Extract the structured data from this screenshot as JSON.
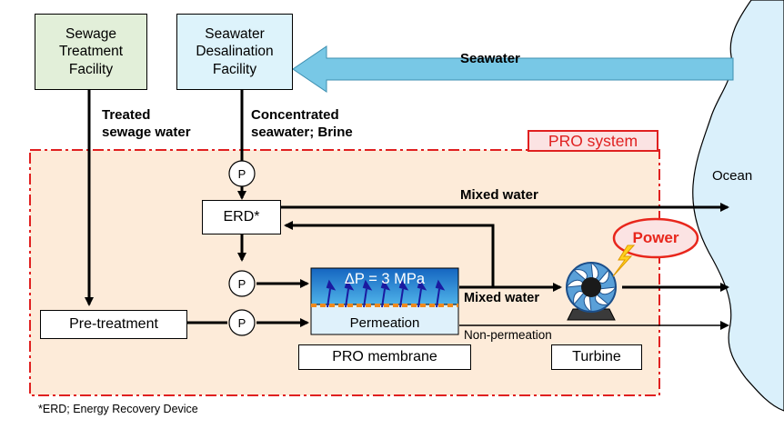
{
  "facilities": {
    "sewage": "Sewage\nTreatment\nFacility",
    "desalination": "Seawater\nDesalination\nFacility"
  },
  "flows": {
    "seawater": "Seawater",
    "treated_sewage": "Treated\nsewage  water",
    "concentrated": "Concentrated\nseawater;  Brine",
    "mixed_water_top": "Mixed water",
    "mixed_water_mid": "Mixed water",
    "non_permeation": "Non-permeation"
  },
  "system": {
    "title": "PRO system",
    "erd": "ERD*",
    "pretreatment": "Pre-treatment",
    "pump_label": "P",
    "membrane_pressure": "ΔP = 3 MPa",
    "permeation": "Permeation",
    "membrane_label": "PRO membrane",
    "turbine_label": "Turbine",
    "power": "Power"
  },
  "ocean": "Ocean",
  "footnote": "*ERD; Energy Recovery Device",
  "colors": {
    "sewage_box": "#e2efd9",
    "desal_box": "#ddf3fb",
    "seawater_arrow": "#78c8e6",
    "system_bg": "#fdebd9",
    "system_border": "#e02020",
    "ocean": "#daf0fb",
    "power_fill": "#fbe3e3",
    "power_text": "#e8261c",
    "membrane_top": "#1d73c8",
    "membrane_bottom": "#dff1fb"
  },
  "icons": [
    "lightning-icon",
    "turbine-icon"
  ]
}
